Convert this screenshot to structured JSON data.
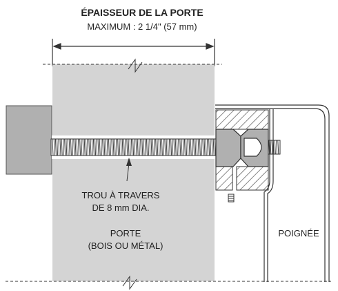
{
  "title": "ÉPAISSEUR DE LA PORTE",
  "subtitle": "MAXIMUM : 2 1/4\" (57 mm)",
  "hole_label_line1": "TROU À TRAVERS",
  "hole_label_line2": "DE 8 mm DIA.",
  "door_label_line1": "PORTE",
  "door_label_line2": "(BOIS OU MÉTAL)",
  "handle_label": "POIGNÉE",
  "colors": {
    "door": "#d4d4d4",
    "block": "#b0b0b0",
    "line": "#333333",
    "hatch": "#555555"
  }
}
